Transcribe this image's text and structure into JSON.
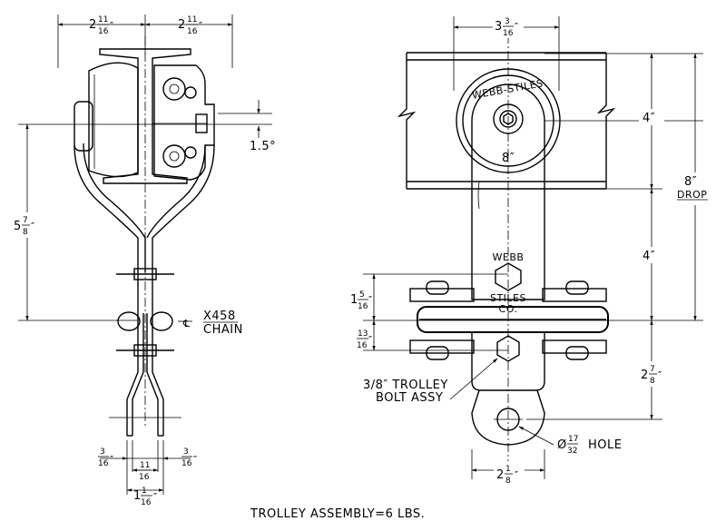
{
  "left_view": {
    "top_dim_left": {
      "whole": "2",
      "num": "11",
      "den": "16"
    },
    "top_dim_right": {
      "whole": "2",
      "num": "11",
      "den": "16"
    },
    "angle": "1.5°",
    "height_dim": {
      "whole": "5",
      "num": "7",
      "den": "8"
    },
    "chain_line1": "X458",
    "chain_line2": "CHAIN",
    "bottom_dim_left": {
      "num": "3",
      "den": "16"
    },
    "bottom_dim_mid": {
      "num": "11",
      "den": "16"
    },
    "bottom_dim_right": {
      "num": "3",
      "den": "16"
    },
    "bottom_dim_total": {
      "whole": "1",
      "num": "1",
      "den": "16"
    }
  },
  "right_view": {
    "top_dim": {
      "whole": "3",
      "num": "3",
      "den": "16"
    },
    "wheel_label": "WEBB-STILES",
    "wheel_dia": "8″",
    "dim_upper": "4″",
    "dim_lower": "4″",
    "drop_value": "8″",
    "drop_label": "DROP",
    "stamp_line1": "WEBB",
    "stamp_line2": "STILES",
    "stamp_line3": "CO.",
    "dim_a": {
      "whole": "1",
      "num": "5",
      "den": "16"
    },
    "dim_b": {
      "num": "13",
      "den": "16"
    },
    "dim_c": {
      "whole": "2",
      "num": "7",
      "den": "8"
    },
    "bolt_line1": "3/8″ TROLLEY",
    "bolt_line2": "BOLT ASSY",
    "hole_prefix": "Ø",
    "hole_num": "17",
    "hole_den": "32",
    "hole_suffix": "HOLE",
    "bottom_dim": {
      "whole": "2",
      "num": "1",
      "den": "8"
    }
  },
  "caption": "TROLLEY ASSEMBLY=6 LBS."
}
